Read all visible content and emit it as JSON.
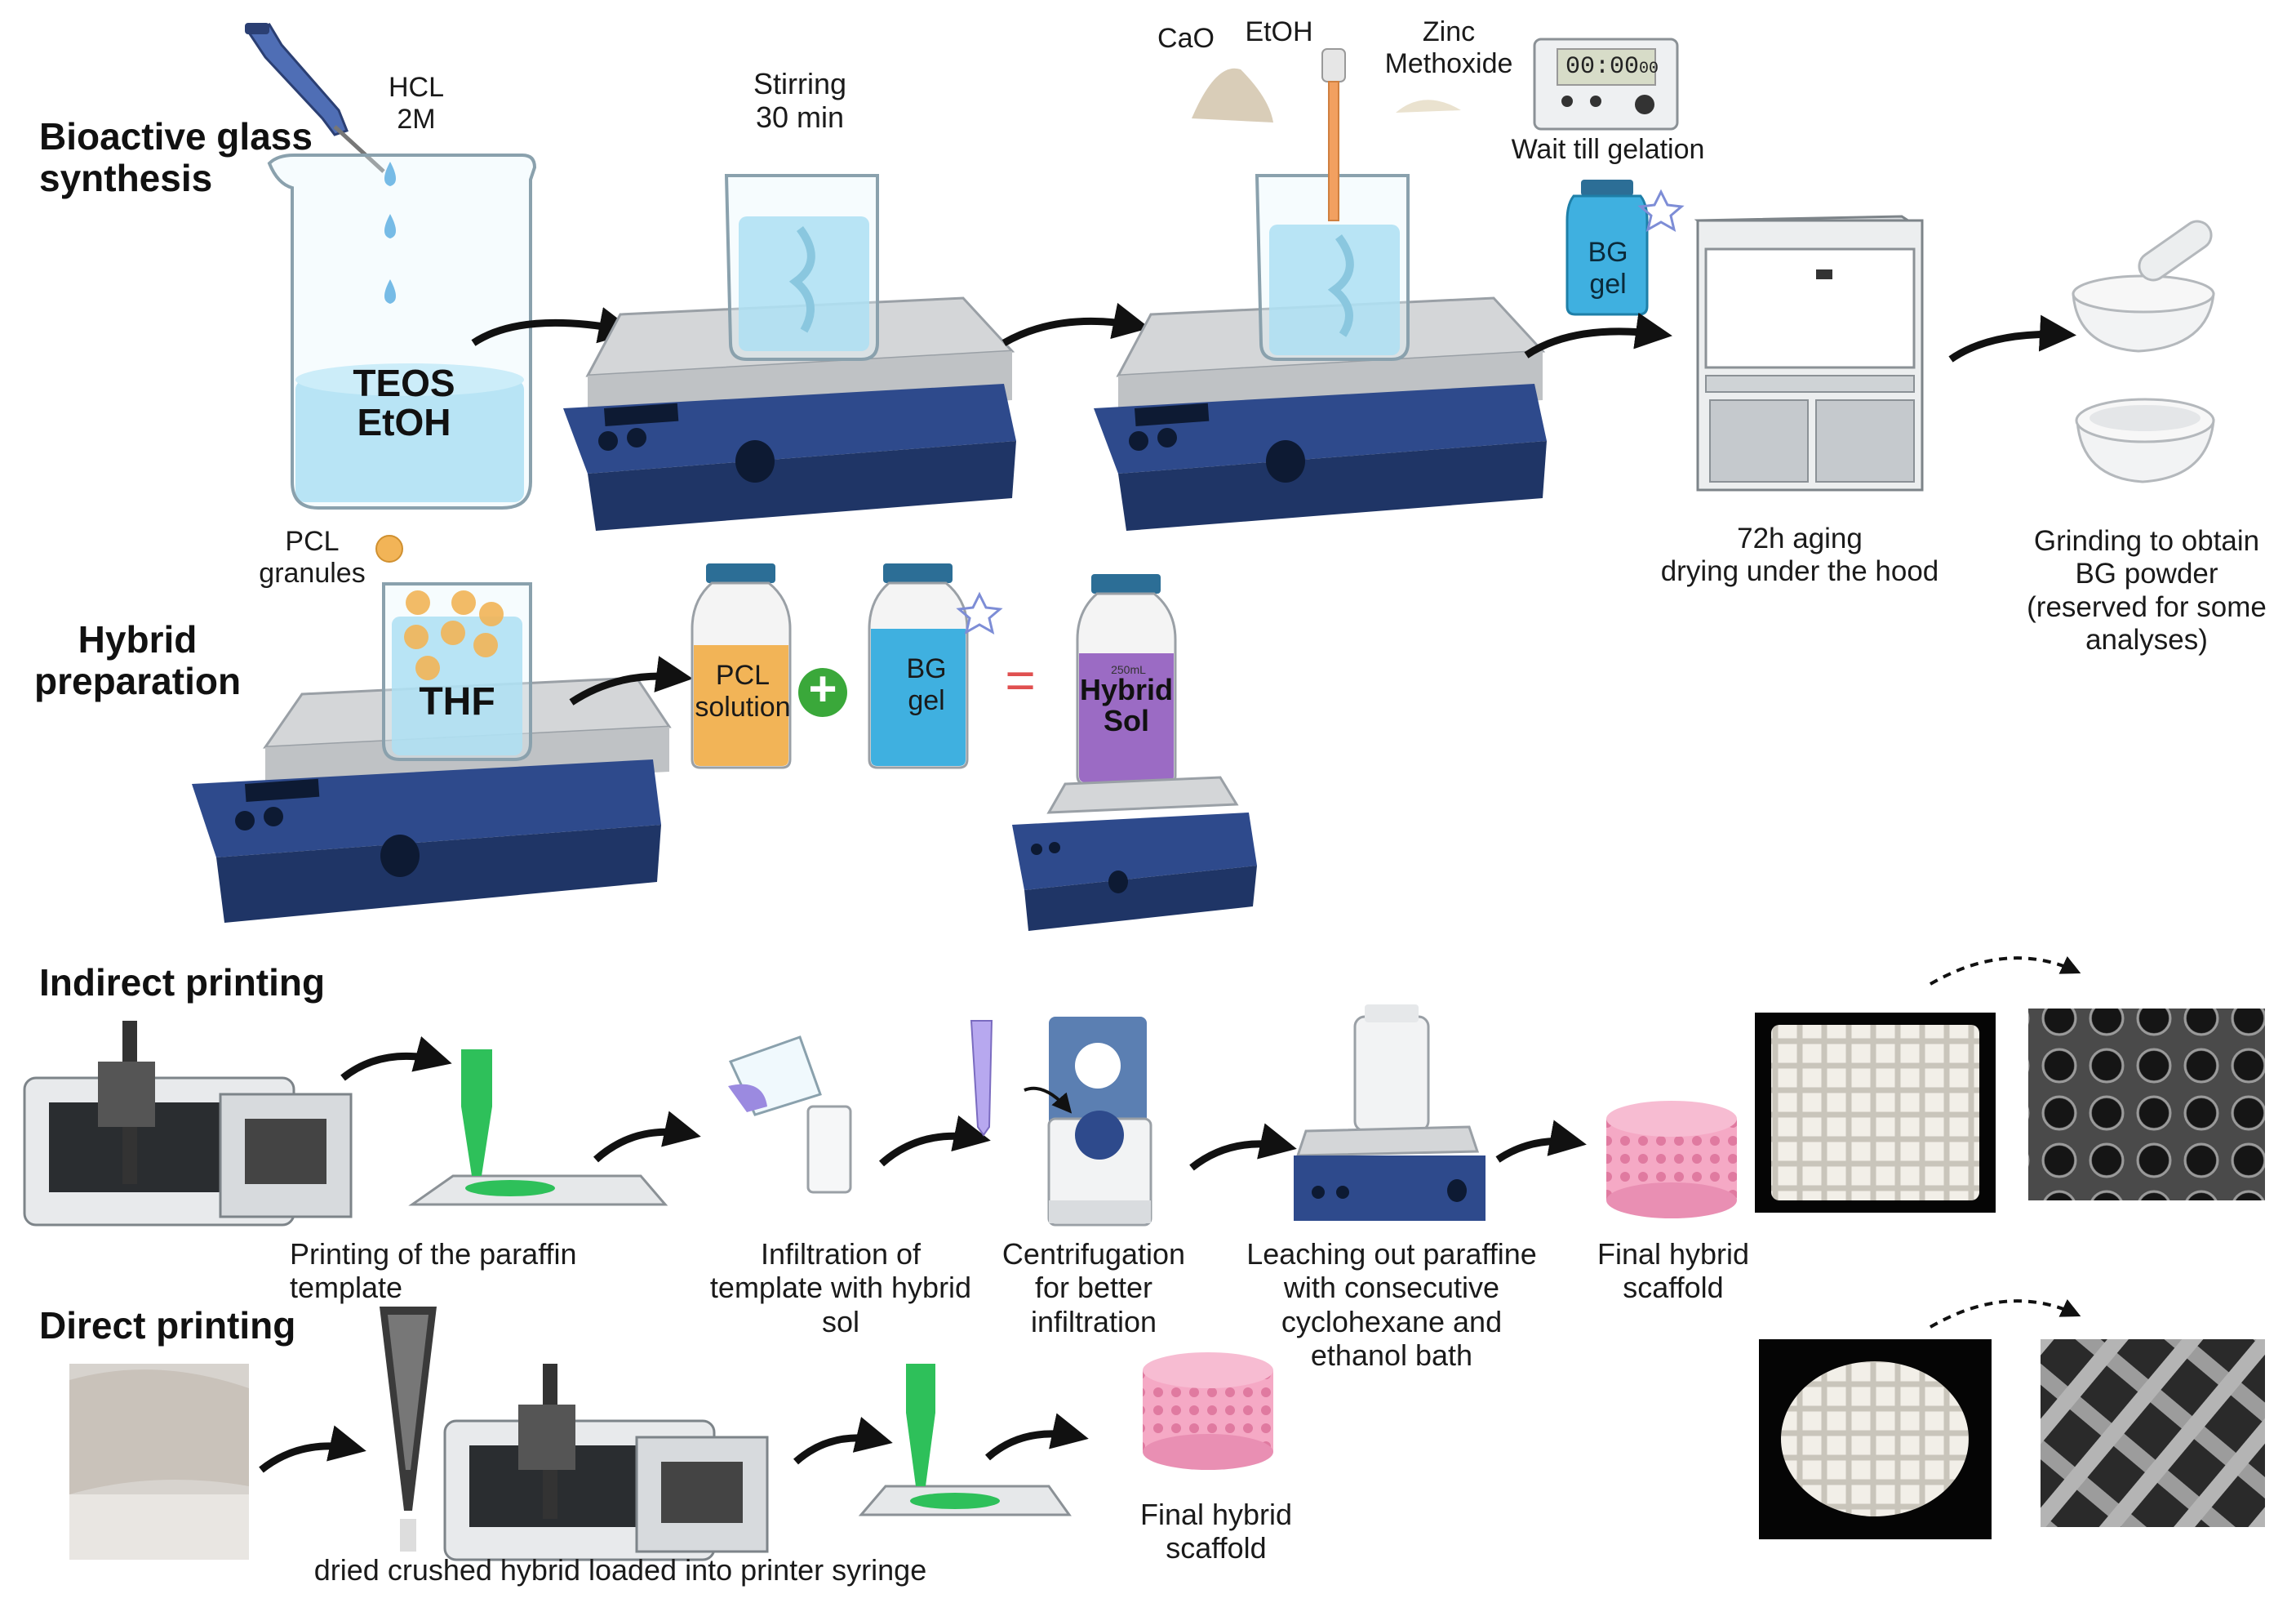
{
  "sections": {
    "bioactive": "Bioactive glass\nsynthesis",
    "hybrid": "Hybrid\npreparation",
    "indirect": "Indirect printing",
    "direct": "Direct printing"
  },
  "reagents": {
    "hcl": "HCL\n2M",
    "teos": "TEOS\nEtOH",
    "stirring": "Stirring\n30 min",
    "cao": "CaO",
    "etoh": "EtOH",
    "zinc": "Zinc\nMethoxide",
    "timer": "00:00",
    "timer_small": "00",
    "gelation": "Wait till gelation",
    "bg_gel": "BG\ngel",
    "aging": "72h aging\ndrying under the hood",
    "grinding": "Grinding to obtain\nBG powder\n(reserved for some\nanalyses)"
  },
  "hybrid": {
    "pcl_granules": "PCL\ngranules",
    "thf": "THF",
    "pcl_solution": "PCL\nsolution",
    "bg_gel": "BG\ngel",
    "hybrid_sol": "Hybrid\nSol",
    "bottle_volume": "250mL",
    "plus": "+",
    "equals": "="
  },
  "indirect": {
    "print_paraffin": "Printing of the paraffin\ntemplate",
    "infiltration": "Infiltration of\ntemplate with hybrid\nsol",
    "centrifugation": "Centrifugation\nfor better\ninfiltration",
    "leaching": "Leaching out paraffine\nwith consecutive\ncyclohexane and\nethanol bath",
    "final": "Final hybrid\nscaffold"
  },
  "direct": {
    "loaded": "dried crushed hybrid loaded into printer syringe",
    "final": "Final hybrid\nscaffold"
  },
  "colors": {
    "hotplate": "#2e4a8c",
    "hotplate_dark": "#1f3566",
    "plate_top": "#d4d6d8",
    "liquid_blue": "#8fd3ee",
    "pcl_orange": "#f2b457",
    "bg_blue": "#3fb0e0",
    "hybrid_purple": "#9b6bc4",
    "cap": "#2c6e96",
    "green_plus": "#3aa83a",
    "equals_red": "#e05050",
    "printer_green": "#2ec05a",
    "scaffold_pink": "#f2a6c3"
  }
}
